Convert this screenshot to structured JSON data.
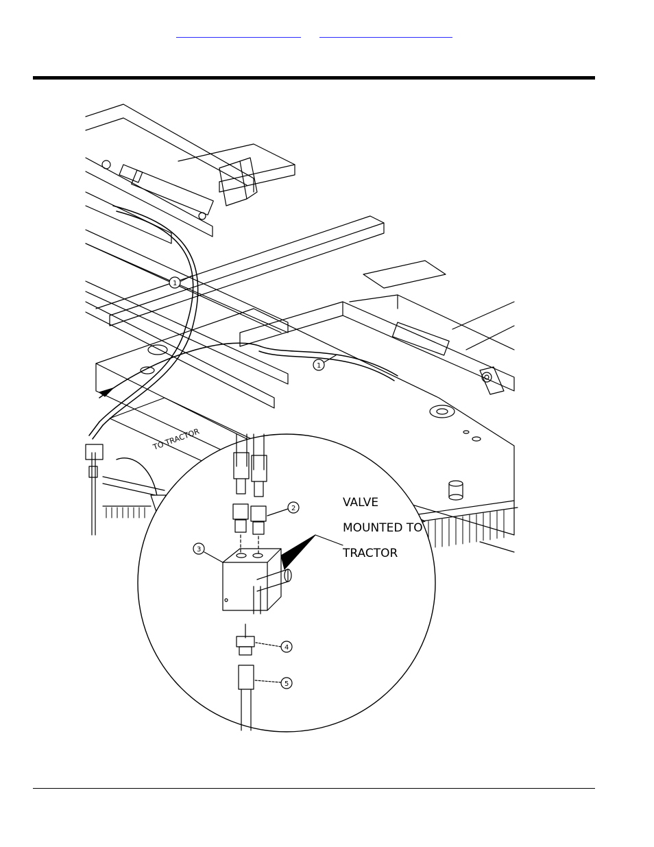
{
  "header": {
    "links": [
      {
        "text": ""
      },
      {
        "text": ""
      }
    ]
  },
  "figure": {
    "callouts": [
      "1",
      "1",
      "2",
      "3",
      "4",
      "5"
    ],
    "label_to_tractor": "TO TRACTOR",
    "note_lines": [
      "VALVE",
      "MOUNTED TO",
      "TRACTOR"
    ]
  },
  "colors": {
    "rule": "#000000",
    "link": "#2a2aff",
    "line": "#000000"
  }
}
